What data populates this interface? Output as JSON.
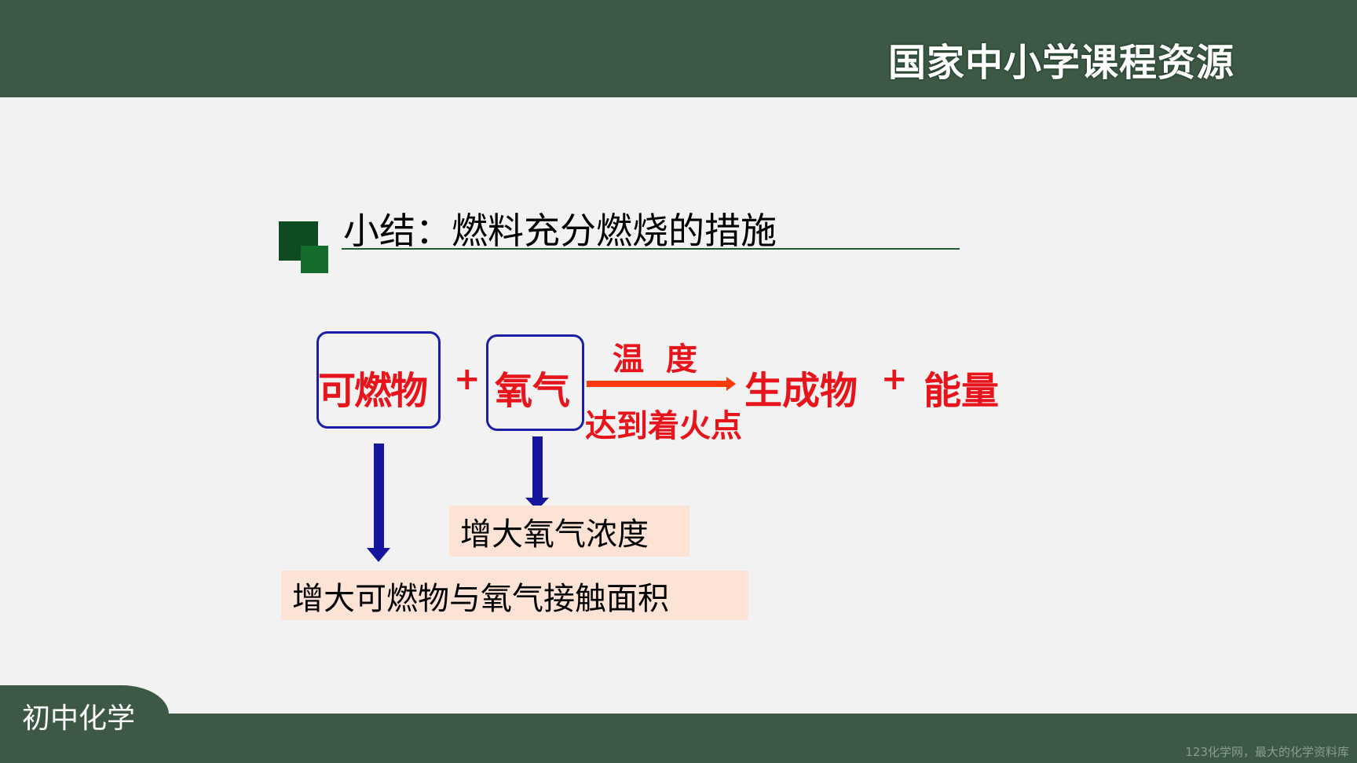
{
  "header": {
    "logo_text": "国家中小学课程资源"
  },
  "slide": {
    "title": "小结：燃料充分燃烧的措施",
    "equation": {
      "reactant1": "可燃物",
      "plus1": "+",
      "reactant2": "氧气",
      "condition_top": "温  度",
      "condition_bottom": "达到着火点",
      "product": "生成物",
      "plus2": "+",
      "energy": "能量"
    },
    "measure_oxygen": "增大氧气浓度",
    "measure_contact": "增大可燃物与氧气接触面积"
  },
  "footer": {
    "subject": "初中化学",
    "watermark": "123化学网，最大的化学资料库"
  },
  "colors": {
    "header_green": "#3d5946",
    "red": "#e8141b",
    "blue": "#15159e",
    "arrow": "#ff3a0a",
    "peach": "#fde3d6"
  }
}
